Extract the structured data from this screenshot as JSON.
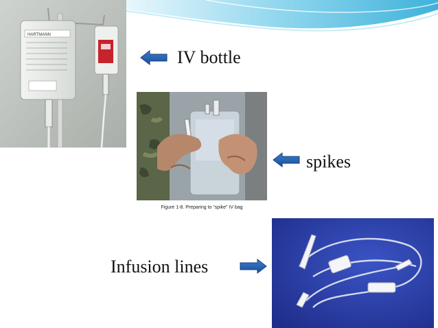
{
  "slide": {
    "labels": {
      "iv_bottle": "IV bottle",
      "spikes": "spikes",
      "infusion_lines": "Infusion lines"
    },
    "figure_caption": "Figure 1-8.  Preparing to “spike” IV bag",
    "bag_label_text": "HARTMANN",
    "colors": {
      "arrow": "#1f5fa8",
      "header_wave": "#5bbfe0",
      "infusion_background": "#2b3fa6"
    },
    "icons": [
      "left-arrow-icon",
      "left-arrow-icon",
      "right-arrow-icon"
    ]
  }
}
